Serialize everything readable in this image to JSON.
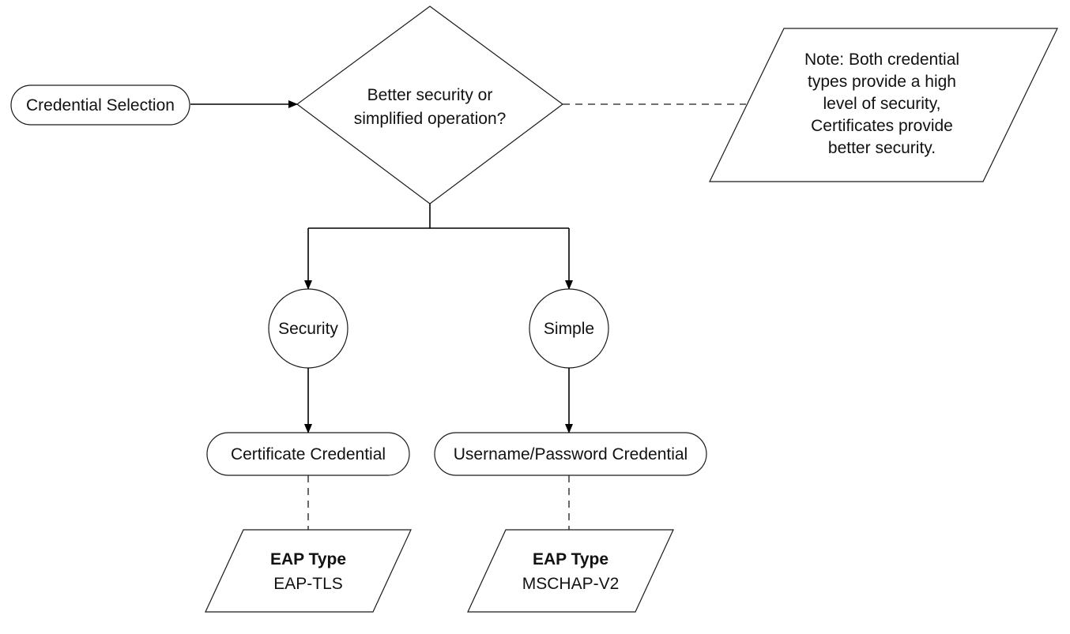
{
  "start_node": {
    "label": "Credential Selection"
  },
  "decision": {
    "line1": "Better security or",
    "line2": "simplified operation?"
  },
  "note": {
    "line1": "Note:  Both credential",
    "line2": "types provide a high",
    "line3": "level of security,",
    "line4": "Certificates provide",
    "line5": "better security."
  },
  "branches": [
    {
      "choice": "Security",
      "credential": "Certificate Credential",
      "eap_heading": "EAP Type",
      "eap_value": "EAP-TLS"
    },
    {
      "choice": "Simple",
      "credential": "Username/Password Credential",
      "eap_heading": "EAP Type",
      "eap_value": "MSCHAP-V2"
    }
  ],
  "colors": {
    "stroke": "#1a1a1a",
    "background": "#ffffff",
    "text": "#111111"
  }
}
